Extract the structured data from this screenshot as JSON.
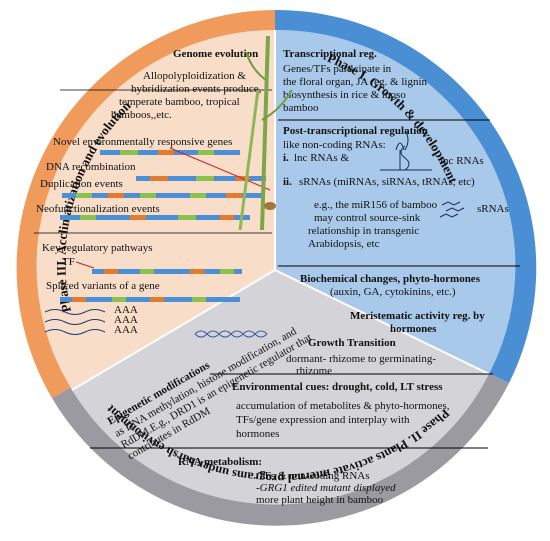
{
  "phases": {
    "phase1": "Phase I. Growth & development",
    "phase2": "Phase II. Plants activate internal programs under harsh environment",
    "phase3": "Phase III. Acclimatization and evolution"
  },
  "colors": {
    "phase1_ring": "#4a8fd4",
    "phase1_fill": "#a9c9ea",
    "phase2_ring": "#9a9aa0",
    "phase2_fill": "#d4d4d8",
    "phase3_ring": "#f09a5c",
    "phase3_fill": "#f8ddc8",
    "lnc_label": "#cc2222"
  },
  "genome_evolution": {
    "title": "Genome evolution",
    "lines": [
      "Allopolyploidization &",
      "hybridization events produce,",
      "temperate bamboo, tropical",
      "bamboos,,etc."
    ],
    "novel": "Novel environmentally responsive genes",
    "dna_recombination": "DNA recombination",
    "duplication": "Duplication events",
    "neofunctionalization": "Neofunctionalization events",
    "key_pathways": "Key regulatory pathways",
    "tf": "TF",
    "spliced": "Spliced variants of a gene",
    "aaa": [
      "AAA",
      "AAA",
      "AAA"
    ]
  },
  "transcriptional": {
    "title": "Transcriptional reg.",
    "lines": [
      "Genes/TFs participate in",
      "the floral organ, JA reg. & lignin",
      "biosynthesis in rice & moso",
      "bamboo"
    ]
  },
  "post_transcriptional": {
    "title": "Post-transcriptional regulation",
    "lines": [
      "like non-coding RNAs:"
    ],
    "item_i_num": "i.",
    "item_i": "lnc RNAs &",
    "lnc_label": "lnc RNAs",
    "item_ii_num": "ii.",
    "item_ii": "sRNAs (miRNAs, siRNAs, tRNAs, etc)",
    "example": [
      "e.g., the miR156 of bamboo",
      "may control source-sink",
      "relationship in transgenic",
      "Arabidopsis, etc"
    ],
    "srna_label": "sRNAs"
  },
  "biochemical": {
    "title": "Biochemical changes, phyto-hormones",
    "line": "(auxin, GA, cytokinins, etc.)"
  },
  "meristematic": {
    "line1": "Meristematic activity reg. by",
    "line2": "hormones"
  },
  "epigenetic": {
    "title": "Epigenetic modifications",
    "lines": [
      "as DNA methylation, histone modification, and",
      "RdDM.E.g., DRD1 is an epigenetic regulator that",
      "contributes in RdDM"
    ]
  },
  "growth_transition": {
    "title": "Growth Transition",
    "lines": [
      "dormant- rhizome to germinating-",
      "rhizome"
    ]
  },
  "environmental": {
    "title": "Environmental cues: drought, cold, LT stress",
    "lines": [
      "accumulation of metabolites & phyto-hormones,",
      "TFs/gene expression and interplay with",
      "hormones"
    ]
  },
  "rna_metabolism": {
    "title": "RNA metabolism:",
    "lines": [
      "TFs & non-coding RNAs",
      "-GRG1 edited mutant displayed",
      "more plant height in bamboo"
    ]
  }
}
